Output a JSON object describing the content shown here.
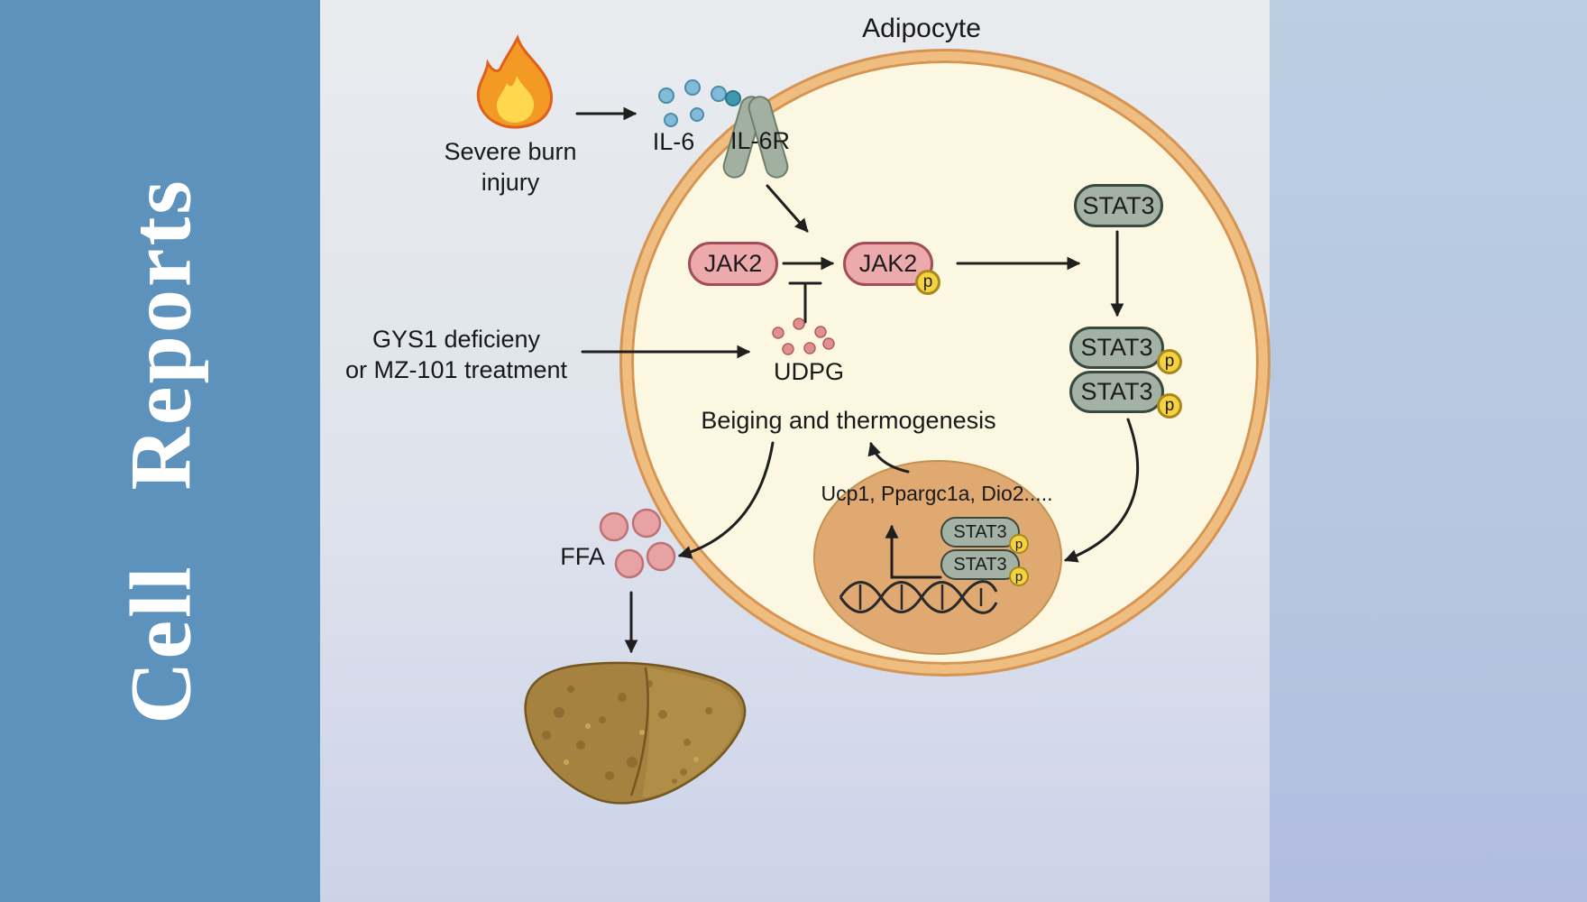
{
  "journal": {
    "name": "Cell Reports"
  },
  "cell": {
    "label": "Adipocyte"
  },
  "stimulus": {
    "line1": "Severe burn",
    "line2": "injury"
  },
  "signaling": {
    "ligand": "IL-6",
    "receptor": "IL-6R",
    "jak2": "JAK2",
    "stat3": "STAT3",
    "phospho": "p"
  },
  "intervention": {
    "line1": "GYS1 deficieny",
    "line2": "or MZ-101 treatment"
  },
  "metabolite": {
    "label": "UDPG"
  },
  "outcome": {
    "label": "Beiging and thermogenesis"
  },
  "nucleus": {
    "genes": "Ucp1, Ppargc1a, Dio2....."
  },
  "lipid": {
    "label": "FFA"
  },
  "colors": {
    "sidebar_blue": "#5d92bc",
    "membrane_light": "#f0bd80",
    "membrane_dark": "#d59452",
    "cytoplasm": "#fcf7e0",
    "jak2_fill": "#edaaad",
    "jak2_border": "#a24d57",
    "stat3_fill": "#a3b2a4",
    "stat3_border": "#39493f",
    "phospho_fill": "#f5d33f",
    "phospho_border": "#a8871f",
    "nucleus_fill": "#dfa971",
    "arrow": "#1f1f1f"
  }
}
